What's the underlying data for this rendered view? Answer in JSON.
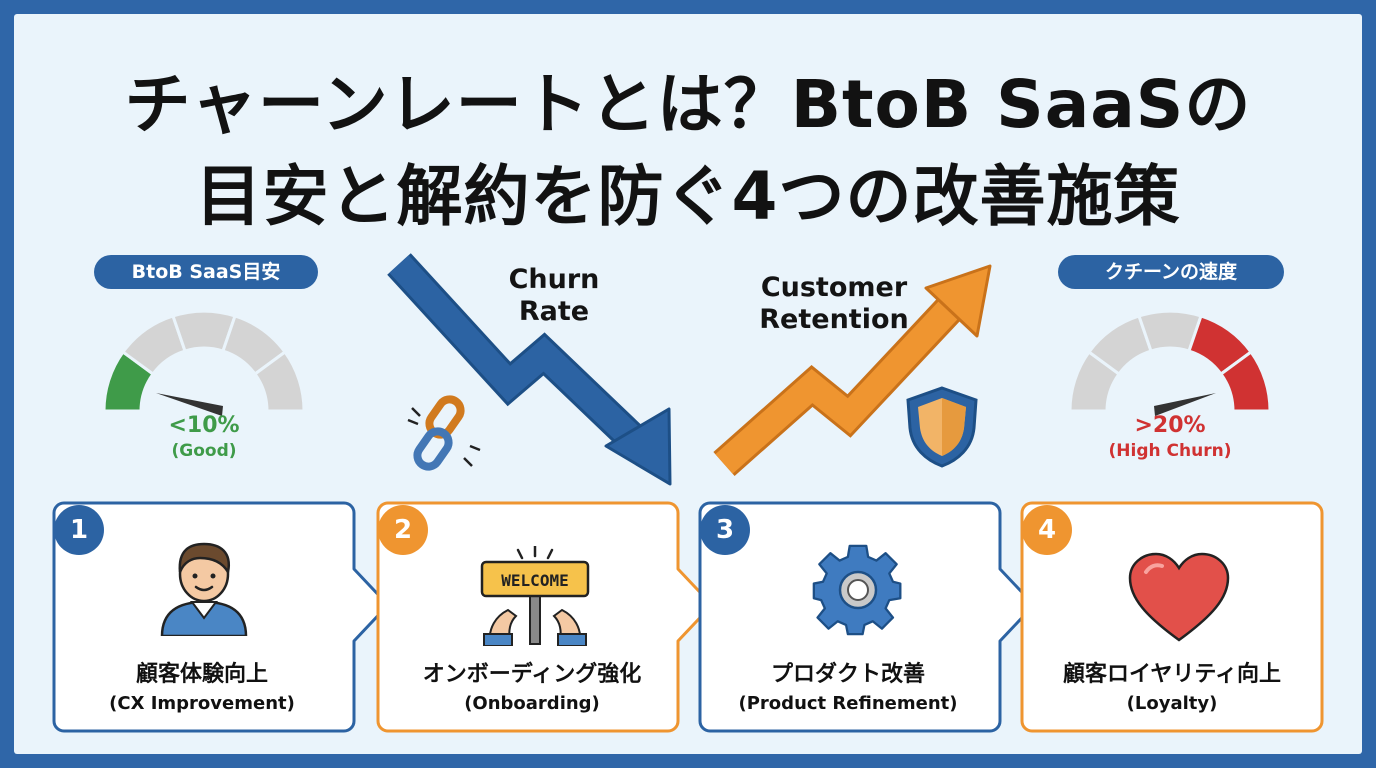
{
  "title": {
    "line1": "チャーンレートとは？BtoB SaaSの",
    "line2": "目安と解約を防ぐ4つの改善施策"
  },
  "gauge_left": {
    "label": "BtoB SaaS目安",
    "value": "<10%",
    "note": "(Good)",
    "accent_color": "#3f9b49"
  },
  "gauge_right": {
    "label": "クチーンの速度",
    "value": ">20%",
    "note": "(High Churn)",
    "accent_color": "#d03232"
  },
  "arrows": {
    "down_label": [
      "Churn",
      "Rate"
    ],
    "up_label": [
      "Customer",
      "Retention"
    ],
    "down_color": "#2c63a3",
    "up_color": "#ef9530"
  },
  "steps": [
    {
      "number": "1",
      "title_jp": "顧客体験向上",
      "title_en": "(CX Improvement)",
      "icon": "person-icon",
      "color": "#2c63a3"
    },
    {
      "number": "2",
      "title_jp": "オンボーディング強化",
      "title_en": "(Onboarding)",
      "icon": "welcome-sign-icon",
      "sign_text": "WELCOME",
      "color": "#ef9530"
    },
    {
      "number": "3",
      "title_jp": "プロダクト改善",
      "title_en": "(Product Refinement)",
      "icon": "gear-icon",
      "color": "#2c63a3"
    },
    {
      "number": "4",
      "title_jp": "顧客ロイヤリティ向上",
      "title_en": "(Loyalty)",
      "icon": "heart-icon",
      "color": "#ef9530"
    }
  ]
}
